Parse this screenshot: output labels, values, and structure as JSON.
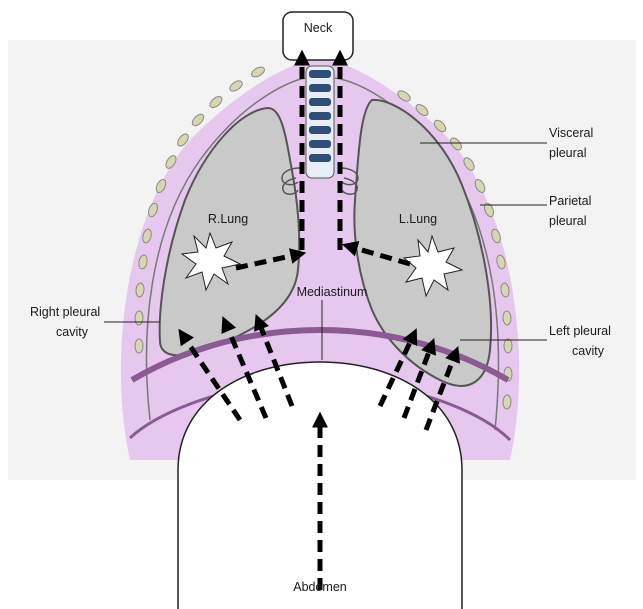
{
  "labels": {
    "neck": "Neck",
    "abdomen": "Abdomen",
    "mediastinum": "Mediastinum",
    "right_lung": "R.Lung",
    "left_lung": "L.Lung",
    "visceral_line1": "Visceral",
    "visceral_line2": "pleural",
    "parietal_line1": "Parietal",
    "parietal_line2": "pleural",
    "right_cavity_line1": "Right pleural",
    "right_cavity_line2": "cavity",
    "left_cavity_line1": "Left pleural",
    "left_cavity_line2": "cavity"
  },
  "colors": {
    "pleural_space": "#e6c8ef",
    "lung_fill": "#c9c9c9",
    "lung_outline": "#555555",
    "diaphragm": "#8a5a92",
    "rib": "#d8d6b0",
    "vertebra": "#2f4f78",
    "background_panel": "#f3f3f3",
    "arrow": "#000000"
  },
  "icons": [
    "burst-icon",
    "dashed-arrow-icon"
  ]
}
